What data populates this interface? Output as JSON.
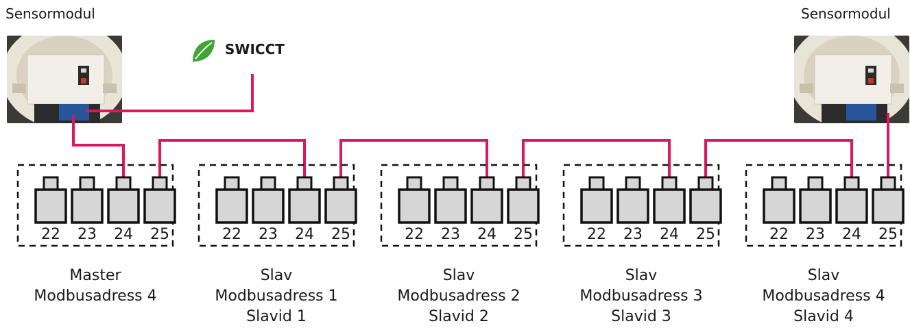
{
  "sensor_label": "Sensormodul",
  "brand": {
    "name": "SWICCT",
    "leaf_color": "#3fa535"
  },
  "wire_color": "#e0155f",
  "terminal_numbers": [
    "22",
    "23",
    "24",
    "25"
  ],
  "modules": [
    {
      "role": "Master",
      "address": "Modbusadress 4",
      "slave_id": ""
    },
    {
      "role": "Slav",
      "address": "Modbusadress 1",
      "slave_id": "Slavid 1"
    },
    {
      "role": "Slav",
      "address": "Modbusadress 2",
      "slave_id": "Slavid 2"
    },
    {
      "role": "Slav",
      "address": "Modbusadress 3",
      "slave_id": "Slavid 3"
    },
    {
      "role": "Slav",
      "address": "Modbusadress 4",
      "slave_id": "Slavid 4"
    }
  ]
}
